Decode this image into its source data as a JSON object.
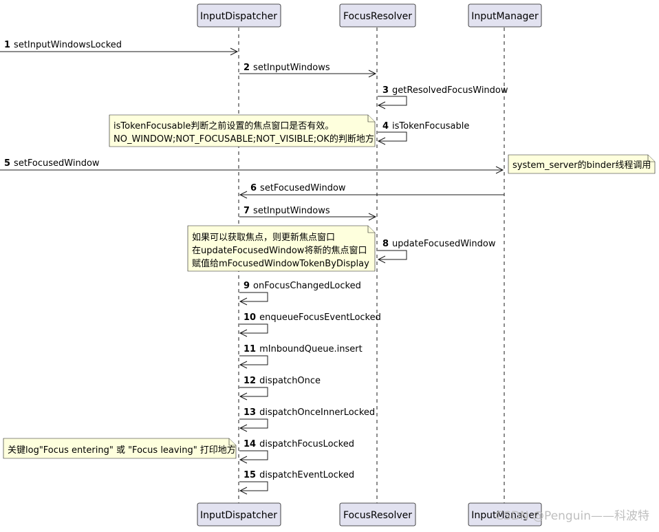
{
  "participants": [
    {
      "id": "dispatcher",
      "name": "InputDispatcher"
    },
    {
      "id": "resolver",
      "name": "FocusResolver"
    },
    {
      "id": "manager",
      "name": "InputManager"
    }
  ],
  "messages": [
    {
      "num": "1",
      "label": "setInputWindowsLocked",
      "from": "left",
      "to": "dispatcher"
    },
    {
      "num": "2",
      "label": "setInputWindows",
      "from": "dispatcher",
      "to": "resolver"
    },
    {
      "num": "3",
      "label": "getResolvedFocusWindow",
      "from": "resolver",
      "to": "resolver"
    },
    {
      "num": "4",
      "label": "isTokenFocusable",
      "from": "resolver",
      "to": "resolver"
    },
    {
      "num": "5",
      "label": "setFocusedWindow",
      "from": "left",
      "to": "manager"
    },
    {
      "num": "6",
      "label": "setFocusedWindow",
      "from": "manager",
      "to": "dispatcher"
    },
    {
      "num": "7",
      "label": "setInputWindows",
      "from": "dispatcher",
      "to": "resolver"
    },
    {
      "num": "8",
      "label": "updateFocusedWindow",
      "from": "resolver",
      "to": "resolver"
    },
    {
      "num": "9",
      "label": "onFocusChangedLocked",
      "from": "dispatcher",
      "to": "dispatcher"
    },
    {
      "num": "10",
      "label": "enqueueFocusEventLocked",
      "from": "dispatcher",
      "to": "dispatcher"
    },
    {
      "num": "11",
      "label": "mInboundQueue.insert",
      "from": "dispatcher",
      "to": "dispatcher"
    },
    {
      "num": "12",
      "label": "dispatchOnce",
      "from": "dispatcher",
      "to": "dispatcher"
    },
    {
      "num": "13",
      "label": "dispatchOnceInnerLocked",
      "from": "dispatcher",
      "to": "dispatcher"
    },
    {
      "num": "14",
      "label": "dispatchFocusLocked",
      "from": "dispatcher",
      "to": "dispatcher"
    },
    {
      "num": "15",
      "label": "dispatchEventLocked",
      "from": "dispatcher",
      "to": "dispatcher"
    }
  ],
  "notes": [
    {
      "lines": [
        "isTokenFocusable判断之前设置的焦点窗口是否有效。",
        "NO_WINDOW;NOT_FOCUSABLE;NOT_VISIBLE;OK的判断地方"
      ]
    },
    {
      "lines": [
        "system_server的binder线程调用"
      ]
    },
    {
      "lines": [
        "如果可以获取焦点，则更新焦点窗口",
        "在updateFocusedWindow将新的焦点窗口",
        "赋值给mFocusedWindowTokenByDisplay"
      ]
    },
    {
      "lines": [
        "关键log\"Focus entering\" 或 \"Focus leaving\" 打印地方"
      ]
    }
  ],
  "watermark": "CSDN @Penguin——科波特",
  "colors": {
    "participant_fill": "#E2E2F0",
    "note_fill": "#FEFFDD",
    "line": "#181818"
  }
}
